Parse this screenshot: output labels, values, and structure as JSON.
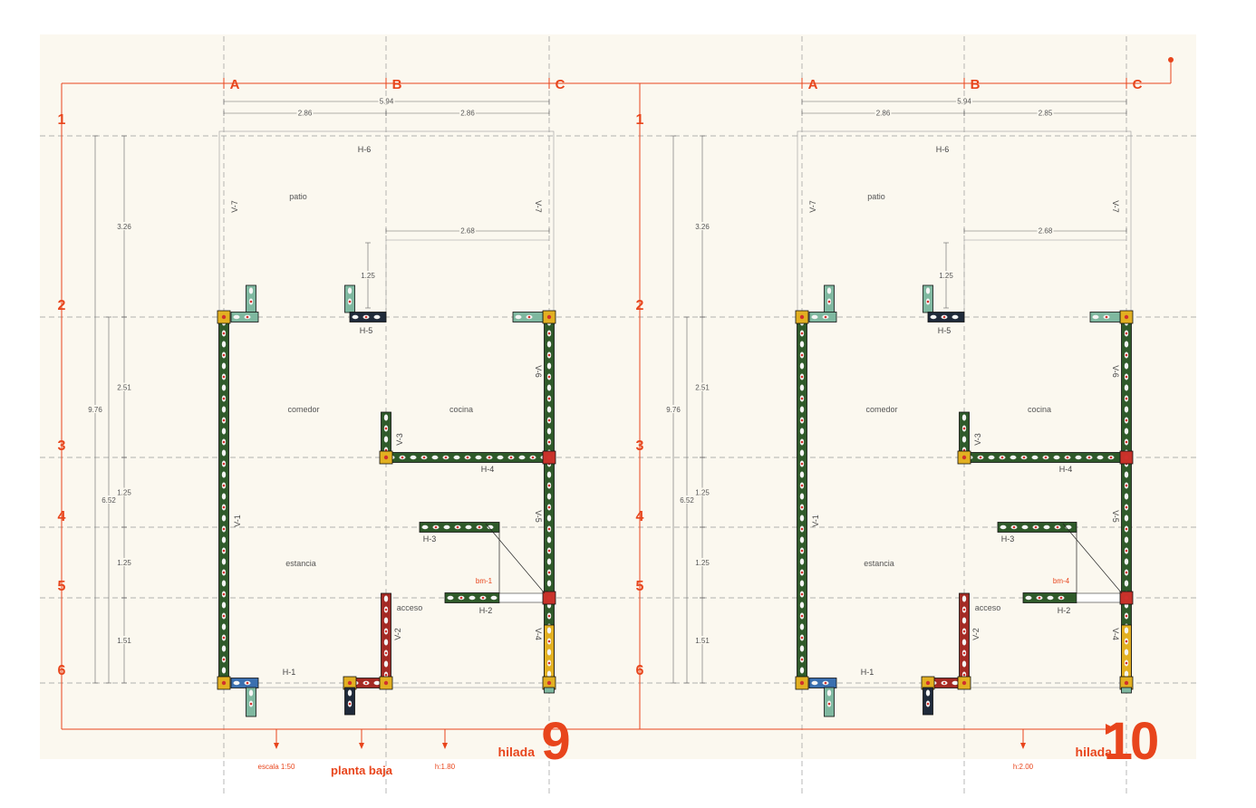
{
  "colors": {
    "accent": "#e8451c",
    "block_green": "#2f5a2a",
    "block_dark": "#1f2a3a",
    "block_yellow": "#e2b021",
    "block_red": "#a32a24",
    "block_teal": "#7fb8a0",
    "block_blue": "#3a6fb0",
    "grid": "#9a9a9a"
  },
  "axes": {
    "letters": [
      "A",
      "B",
      "C"
    ],
    "numbers": [
      "1",
      "2",
      "3",
      "4",
      "5",
      "6"
    ]
  },
  "plans": [
    {
      "id": "hilada-9",
      "rooms": {
        "patio": "patio",
        "comedor": "comedor",
        "cocina": "cocina",
        "estancia": "estancia",
        "acceso": "acceso"
      },
      "wall_labels": {
        "h6": "H-6",
        "h5": "H-5",
        "h4": "H-4",
        "h3": "H-3",
        "h2": "H-2",
        "h1": "H-1",
        "v1": "V-1",
        "v2": "V-2",
        "v3": "V-3",
        "v4": "V-4",
        "v5": "V-5",
        "v6": "V-6",
        "v7a": "V-7",
        "v7b": "V-7"
      },
      "dims": {
        "total_w": "5.94",
        "bay_ab": "2.86",
        "bay_bc": "2.86",
        "kitchen_w": "2.68",
        "notch": "1.25",
        "r12": "3.26",
        "r23": "2.51",
        "r34": "1.25",
        "r45": "1.25",
        "r56": "1.51",
        "total_h": "9.76",
        "sub_h": "6.52"
      },
      "door_label": "bm-1",
      "notes": {
        "scale": "escala 1:50",
        "title": "planta baja",
        "height": "h:1.80"
      },
      "hilada_word": "hilada",
      "hilada_num": "9"
    },
    {
      "id": "hilada-10",
      "rooms": {
        "patio": "patio",
        "comedor": "comedor",
        "cocina": "cocina",
        "estancia": "estancia",
        "acceso": "acceso"
      },
      "wall_labels": {
        "h6": "H-6",
        "h5": "H-5",
        "h4": "H-4",
        "h3": "H-3",
        "h2": "H-2",
        "h1": "H-1",
        "v1": "V-1",
        "v2": "V-2",
        "v3": "V-3",
        "v4": "V-4",
        "v5": "V-5",
        "v6": "V-6",
        "v7a": "V-7",
        "v7b": "V-7"
      },
      "dims": {
        "total_w": "5.94",
        "bay_ab": "2.86",
        "bay_bc": "2.85",
        "kitchen_w": "2.68",
        "notch": "1.25",
        "r12": "3.26",
        "r23": "2.51",
        "r34": "1.25",
        "r45": "1.25",
        "r56": "1.51",
        "total_h": "9.76",
        "sub_h": "6.52"
      },
      "door_label": "bm-4",
      "notes": {
        "height": "h:2.00"
      },
      "hilada_word": "hilada",
      "hilada_num": "10"
    }
  ]
}
